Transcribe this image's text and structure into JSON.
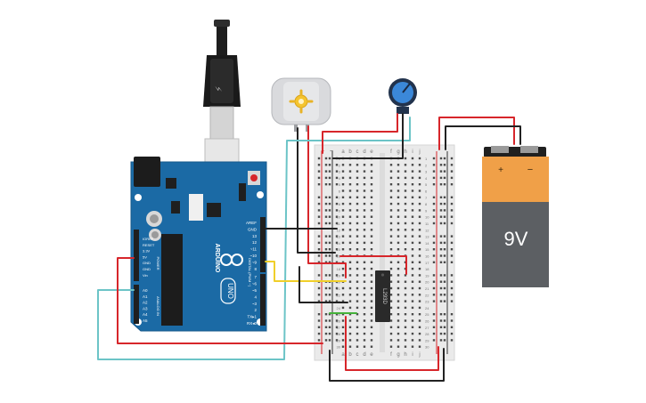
{
  "battery": {
    "label": "9V",
    "plus": "+",
    "minus": "−"
  },
  "arduino": {
    "brand": "ARDUINO",
    "model": "UNO",
    "power_header": "POWER",
    "analog_header": "ANALOG IN",
    "digital_header": "DIGITAL (PWM ~)",
    "power_pins": [
      "IOREF",
      "RESET",
      "3.3V",
      "5V",
      "GND",
      "GND",
      "Vin"
    ],
    "analog_pins": [
      "A0",
      "A1",
      "A2",
      "A3",
      "A4",
      "A5"
    ],
    "digital_pins": [
      "AREF",
      "GND",
      "13",
      "12",
      "~11",
      "~10",
      "~9",
      "8",
      "7",
      "~6",
      "~5",
      "4",
      "~3",
      "2",
      "TX▸1",
      "RX◂0"
    ]
  },
  "breadboard": {
    "top_cols_left": [
      "a",
      "b",
      "c",
      "d",
      "e"
    ],
    "top_cols_right": [
      "f",
      "g",
      "h",
      "i",
      "j"
    ],
    "rail_plus": "+",
    "rail_minus": "−",
    "rows": [
      "1",
      "2",
      "3",
      "4",
      "5",
      "6",
      "7",
      "8",
      "9",
      "10",
      "11",
      "12",
      "13",
      "14",
      "15",
      "16",
      "17",
      "18",
      "19",
      "20",
      "21",
      "22",
      "23",
      "24",
      "25",
      "26",
      "27",
      "28",
      "29",
      "30"
    ]
  },
  "ic": {
    "label": "L293D"
  },
  "colors": {
    "wire_red": "#d7262b",
    "wire_black": "#222222",
    "wire_teal": "#6cc4c7",
    "wire_yellow": "#f0cf2a",
    "wire_green": "#45b23a",
    "arduino_blue": "#1b6aa5",
    "battery_orange": "#f0a048",
    "battery_gray": "#5c5f63"
  }
}
